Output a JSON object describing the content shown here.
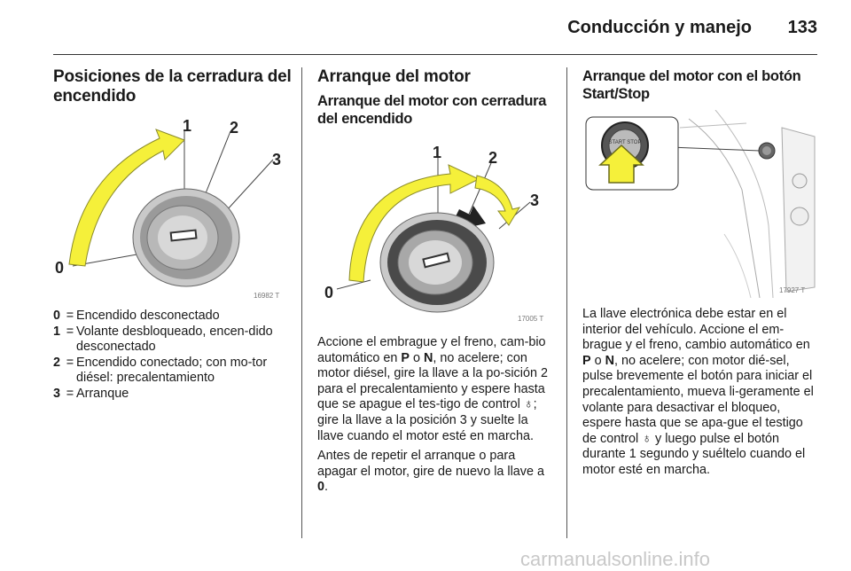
{
  "header": {
    "title": "Conducción y manejo",
    "page_number": "133"
  },
  "col1": {
    "heading": "Posiciones de la cerradura del encendido",
    "figure": {
      "labels": [
        "0",
        "1",
        "2",
        "3"
      ],
      "code": "16982 T"
    },
    "legend": [
      {
        "key": "0",
        "eq": "=",
        "text": "Encendido desconectado"
      },
      {
        "key": "1",
        "eq": "=",
        "text": "Volante desbloqueado, encen-dido desconectado"
      },
      {
        "key": "2",
        "eq": "=",
        "text": "Encendido conectado; con mo-tor diésel: precalentamiento"
      },
      {
        "key": "3",
        "eq": "=",
        "text": "Arranque"
      }
    ]
  },
  "col2": {
    "heading": "Arranque del motor",
    "subheading": "Arranque del motor con cerradura del encendido",
    "figure": {
      "labels": [
        "0",
        "1",
        "2",
        "3"
      ],
      "code": "17005 T"
    },
    "para1": {
      "a": "Accione el embrague y el freno, cam-bio automático en ",
      "p": "P",
      "o": " o ",
      "n": "N",
      "b": ", no acelere; con motor diésel, gire la llave a la po-sición 2 para el precalentamiento y espere hasta que se apague el tes-tigo de control ",
      "glyph": "♁",
      "c": "; gire la llave a la posición 3 y suelte la llave cuando el motor esté en marcha."
    },
    "para2": {
      "a": "Antes de repetir el arranque o para apagar el motor, gire de nuevo la llave a ",
      "zero": "0",
      "b": "."
    }
  },
  "col3": {
    "heading": "Arranque del motor con el botón Start/Stop",
    "figure": {
      "code": "17927 T",
      "button_text": "START STOP"
    },
    "para": {
      "a": "La llave electrónica debe estar en el interior del vehículo. Accione el em-brague y el freno, cambio automático en ",
      "p": "P",
      "o": " o ",
      "n": "N",
      "b": ", no acelere; con motor dié-sel, pulse brevemente el botón para iniciar el precalentamiento, mueva li-geramente el volante para desactivar el bloqueo, espere hasta que se apa-gue el testigo de control ",
      "glyph": "♁",
      "c": " y luego pulse el botón durante 1 segundo y suéltelo cuando el motor esté en marcha."
    }
  },
  "watermark": "carmanualsonline.info",
  "colors": {
    "arrow_yellow": "#f5f03a",
    "arrow_outline": "#8a8a2a",
    "ring_grey": "#9a9a9a"
  }
}
